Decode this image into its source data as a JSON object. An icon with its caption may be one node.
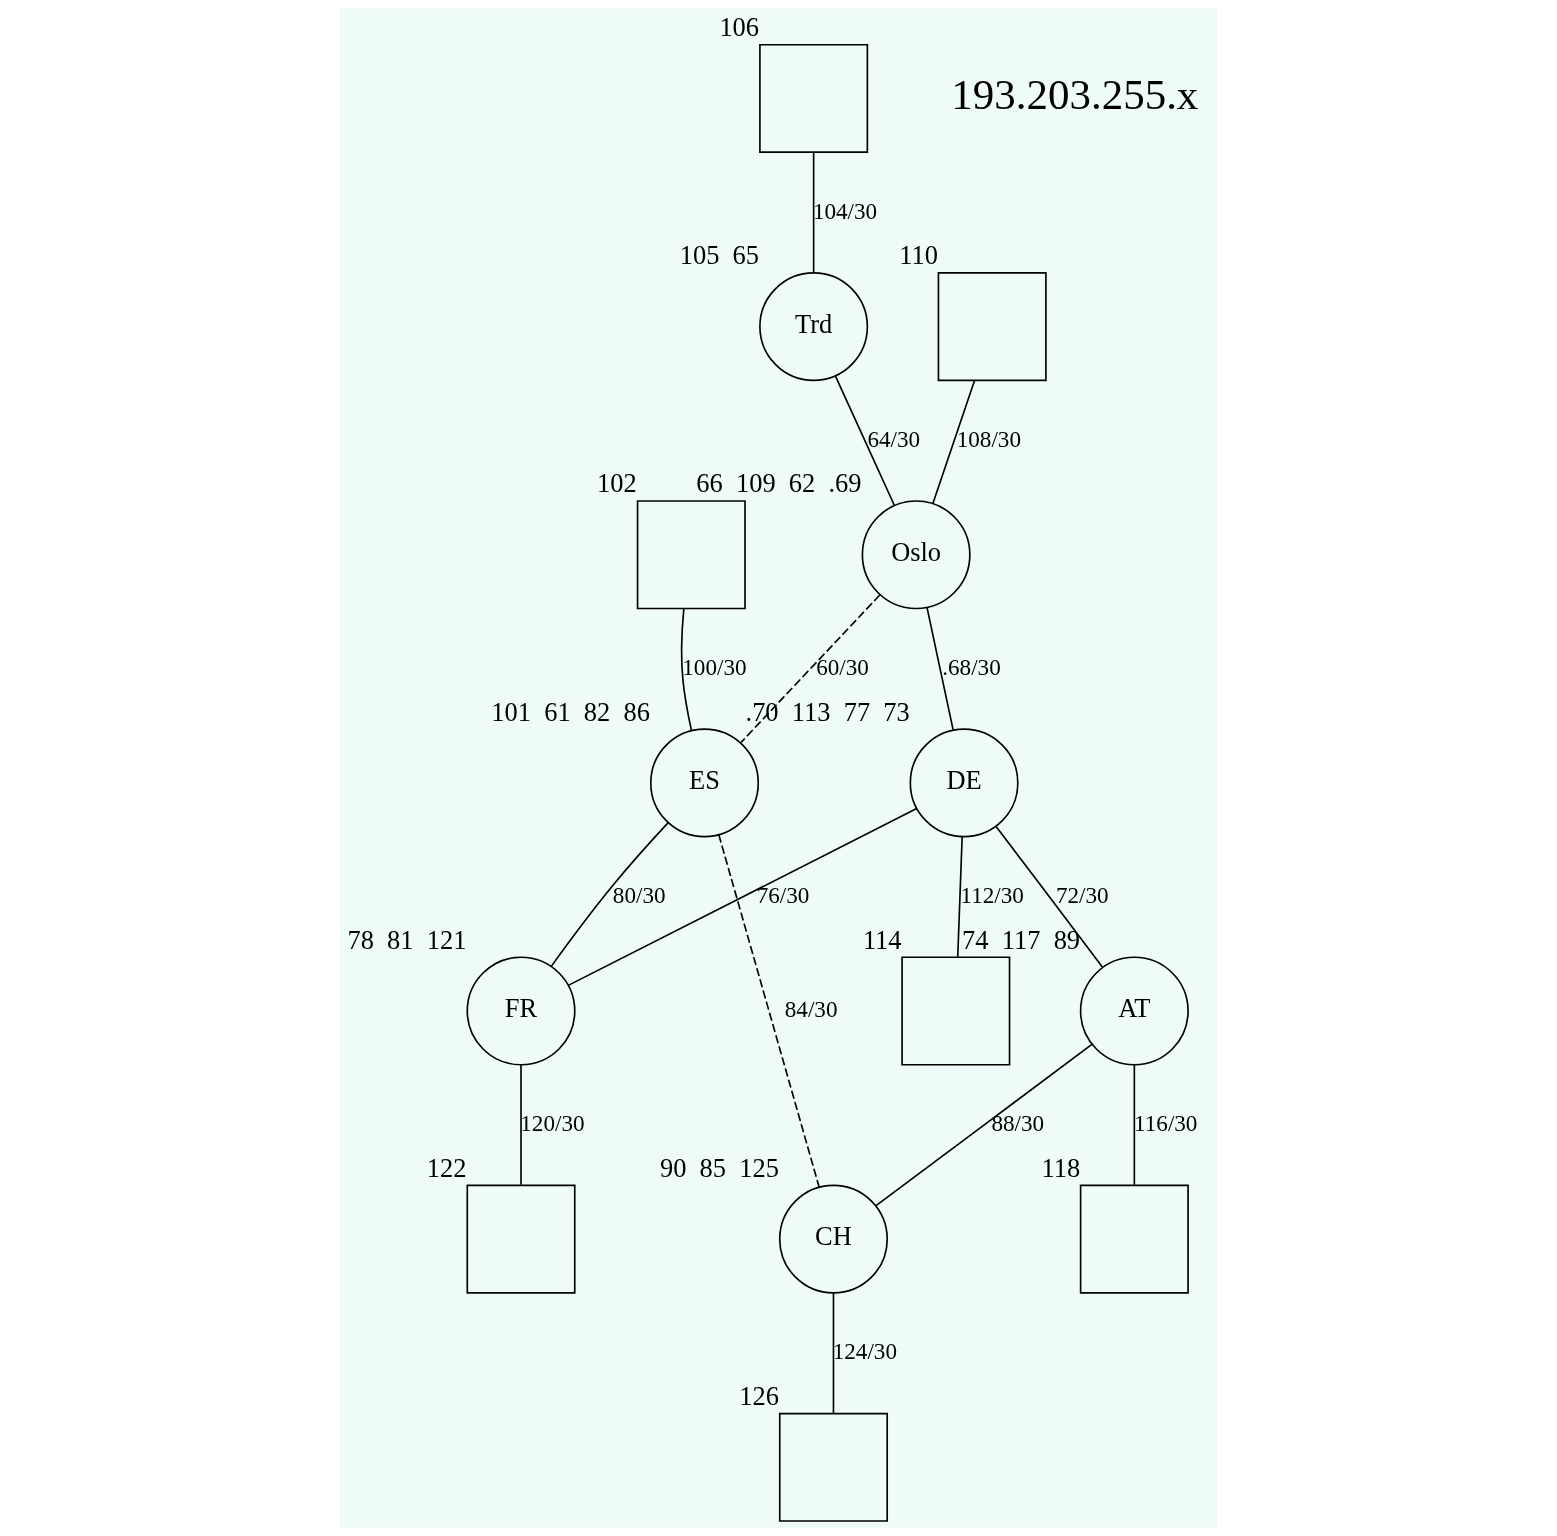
{
  "diagram": {
    "nodes": [
      {
        "text": [],
        "shape": "box",
        "beside": [
          "106"
        ]
      },
      {
        "text": [
          "Trd"
        ],
        "beside": [
          "105",
          "65"
        ]
      },
      {
        "text": [],
        "shape": "box",
        "beside": [
          "110"
        ]
      },
      {
        "text": [
          "Oslo"
        ],
        "beside": [
          "66",
          "109",
          "62",
          ".69"
        ]
      },
      {
        "text": [],
        "shape": "box",
        "beside": [
          "102"
        ]
      },
      {
        "text": [
          "DE"
        ],
        "beside": [
          ".70",
          "113",
          "77",
          "73"
        ]
      },
      {
        "text": [],
        "shape": "box",
        "beside": [
          "114"
        ]
      },
      {
        "text": [
          "FR"
        ],
        "beside": [
          "78",
          "81",
          "121"
        ]
      },
      {
        "text": [
          "ES"
        ],
        "beside": [
          "101",
          "61",
          "82",
          "86"
        ]
      },
      {
        "text": [
          "AT"
        ],
        "beside": [
          "74",
          "117",
          "89"
        ]
      },
      {
        "text": [],
        "shape": "box",
        "beside": [
          "122"
        ]
      },
      {
        "text": [],
        "shape": "box",
        "beside": [
          "118"
        ]
      },
      {
        "text": [
          "CH"
        ],
        "beside": [
          "90",
          "85",
          "125"
        ]
      },
      {
        "text": [],
        "shape": "box",
        "beside": [
          "126"
        ]
      }
    ],
    "edges": [
      {
        "from": 0,
        "to": 1,
        "arrow": "none",
        "label": "104/30"
      },
      {
        "from": 1,
        "to": 3,
        "arrow": "none",
        "label": "64/30"
      },
      {
        "from": 2,
        "to": 3,
        "arrow": "none",
        "label": "108/30"
      },
      {
        "from": 3,
        "to": 8,
        "arrow": "none",
        "label": "60/30",
        "style": "dashed"
      },
      {
        "from": 3,
        "to": 5,
        "arrow": "none",
        "label": ".68/30"
      },
      {
        "from": 5,
        "to": 6,
        "arrow": "none",
        "label": "112/30"
      },
      {
        "from": 5,
        "to": 7,
        "arrow": "none",
        "label": "76/30"
      },
      {
        "from": 5,
        "to": 9,
        "arrow": "none",
        "label": "72/30"
      },
      {
        "from": 4,
        "to": 8,
        "arrow": "none",
        "label": "100/30"
      },
      {
        "from": 8,
        "to": 7,
        "arrow": "none",
        "label": "80/30"
      },
      {
        "from": 7,
        "to": 10,
        "arrow": "none",
        "label": "120/30"
      },
      {
        "from": 9,
        "to": 11,
        "arrow": "none",
        "label": "116/30"
      },
      {
        "from": 8,
        "to": 12,
        "arrow": "none",
        "label": "84/30",
        "style": "dashed"
      },
      {
        "from": 9,
        "to": 12,
        "arrow": "none",
        "label": "88/30"
      },
      {
        "from": 12,
        "to": 13,
        "arrow": "none",
        "label": "124/30"
      }
    ],
    "labels": [
      "193.203.255.x"
    ]
  }
}
